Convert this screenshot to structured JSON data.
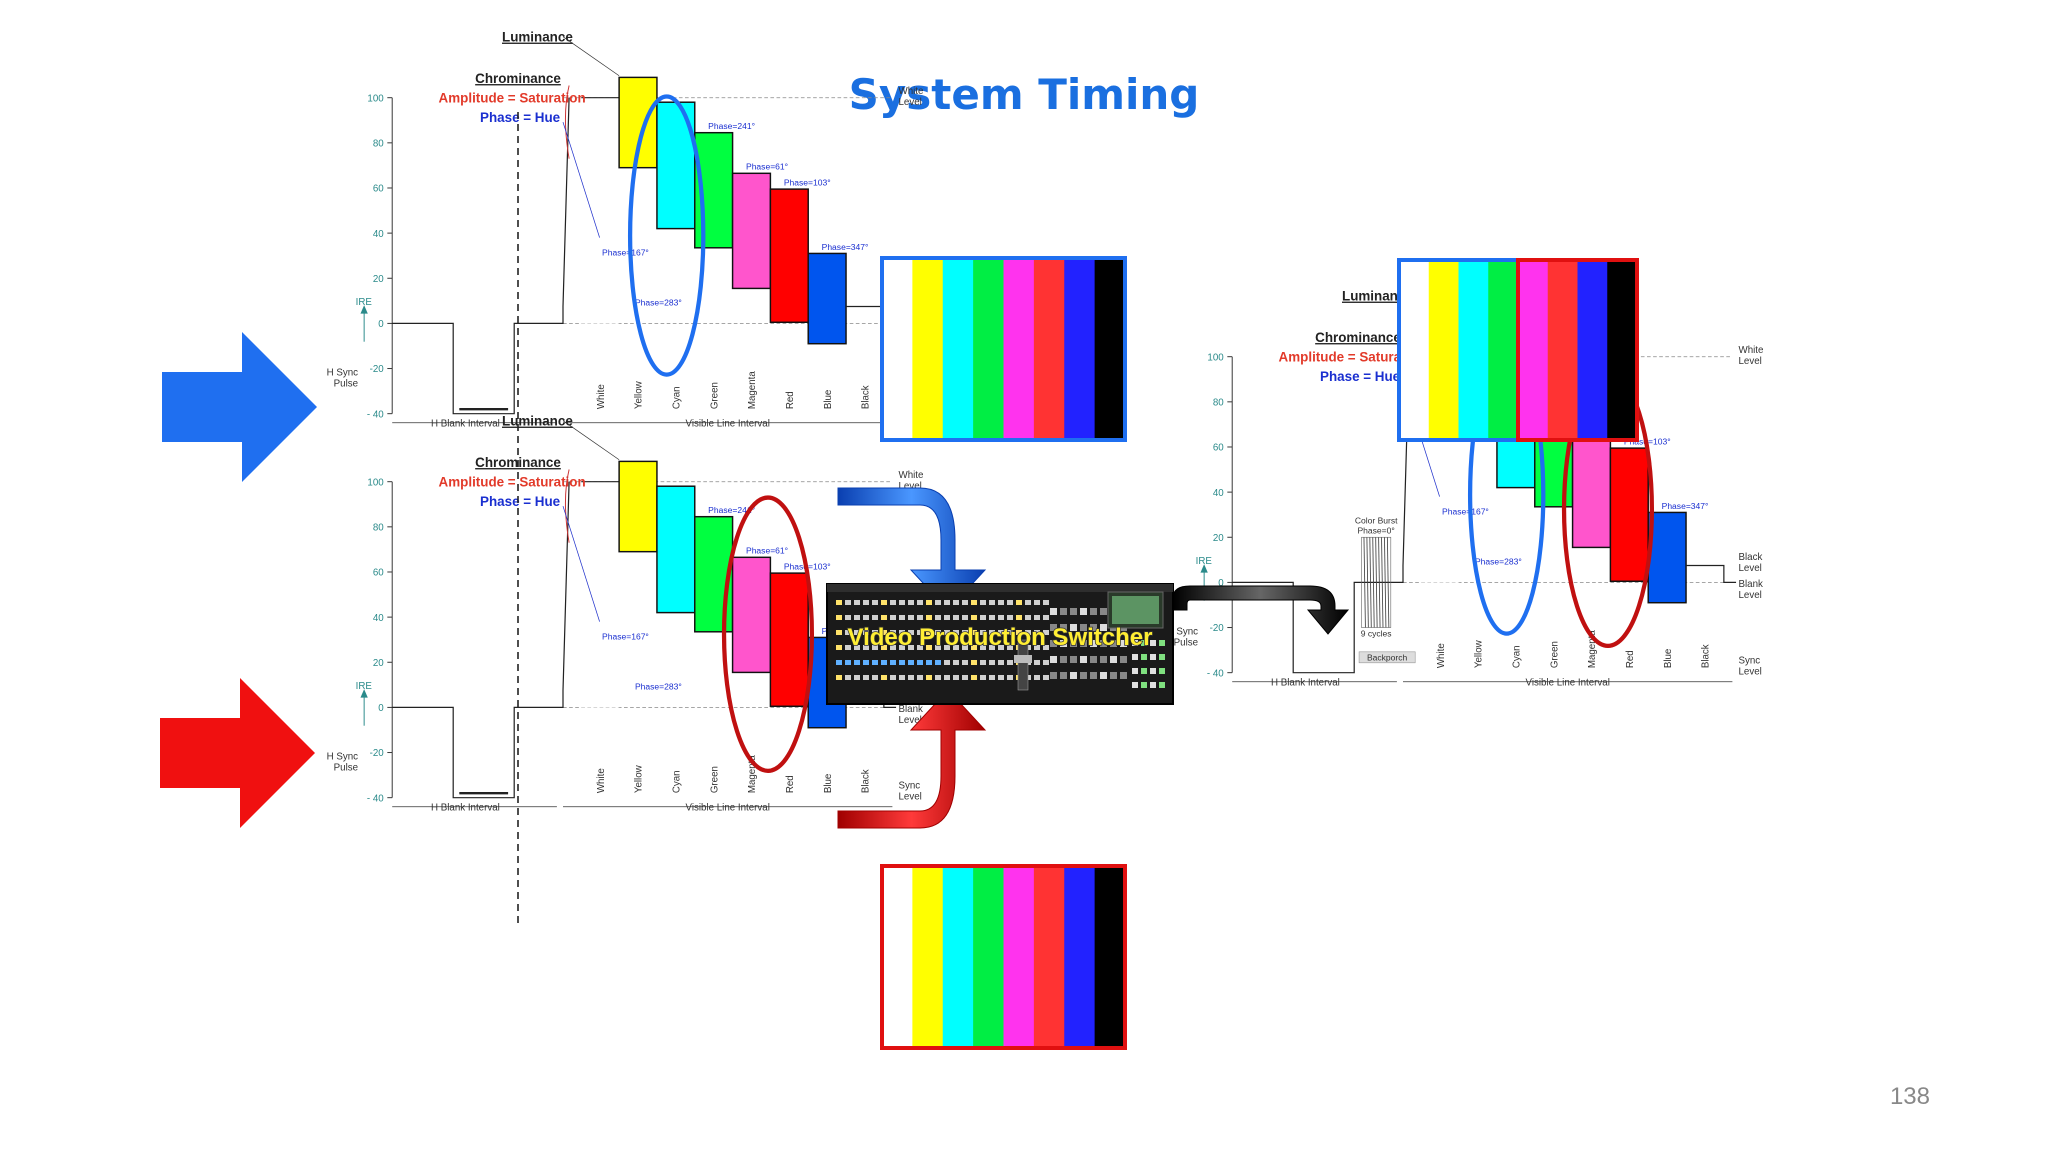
{
  "slide": {
    "title": "System Timing",
    "page_number": "138"
  },
  "colors": {
    "title": "#1a6fe0",
    "blue_arrow": "#1f6ff0",
    "red_arrow": "#f01010",
    "blue_ellipse": "#1f6ff0",
    "red_ellipse": "#c01010",
    "label_red": "#e23a2a",
    "label_blue": "#1a2fd0",
    "axis_teal": "#2a8a8a"
  },
  "bars": [
    {
      "name": "White",
      "color": "#ffffff",
      "lum": 100,
      "amp": 0,
      "phase": ""
    },
    {
      "name": "Yellow",
      "color": "#ffff00",
      "lum": 89,
      "amp": 40,
      "phase": "Phase=167°"
    },
    {
      "name": "Cyan",
      "color": "#00ffff",
      "lum": 70,
      "amp": 56,
      "phase": "Phase=283°"
    },
    {
      "name": "Green",
      "color": "#00ff40",
      "lum": 59,
      "amp": 51,
      "phase": "Phase=241°"
    },
    {
      "name": "Magenta",
      "color": "#ff55cc",
      "lum": 41,
      "amp": 51,
      "phase": "Phase=61°"
    },
    {
      "name": "Red",
      "color": "#ff0000",
      "lum": 30,
      "amp": 59,
      "phase": "Phase=103°"
    },
    {
      "name": "Blue",
      "color": "#0055ee",
      "lum": 11,
      "amp": 40,
      "phase": "Phase=347°"
    },
    {
      "name": "Black",
      "color": "#000000",
      "lum": 7.5,
      "amp": 0,
      "phase": ""
    }
  ],
  "diagram": {
    "luminance": "Luminance",
    "chrominance": "Chrominance",
    "amplitude": "Amplitude = Saturation",
    "phase_hue": "Phase = Hue",
    "ire": "IRE",
    "hsync": "H Sync\nPulse",
    "h_blank_interval": "H Blank Interval",
    "visible_line_interval": "Visible Line Interval",
    "white_level": "White\nLevel",
    "black_level": "Black\nLevel",
    "blank_level": "Blank\nLevel",
    "sync_level": "Sync\nLevel",
    "yticks": [
      "100",
      "80",
      "60",
      "40",
      "20",
      "0",
      "-20",
      "- 40"
    ],
    "color_burst": "Color Burst\nPhase=0°",
    "cycles": "9 cycles",
    "backporch": "Backporch"
  },
  "switcher": {
    "label": "Video Production Switcher"
  },
  "colorbars": {
    "stripes": [
      "#ffffff",
      "#ffff00",
      "#00ffff",
      "#00ee44",
      "#ff33ee",
      "#ff3333",
      "#2222ff",
      "#000000"
    ],
    "top_border": "#1f6ff0",
    "bottom_border": "#e01010",
    "right_left_border": "#1f6ff0",
    "right_right_border": "#e01010"
  }
}
